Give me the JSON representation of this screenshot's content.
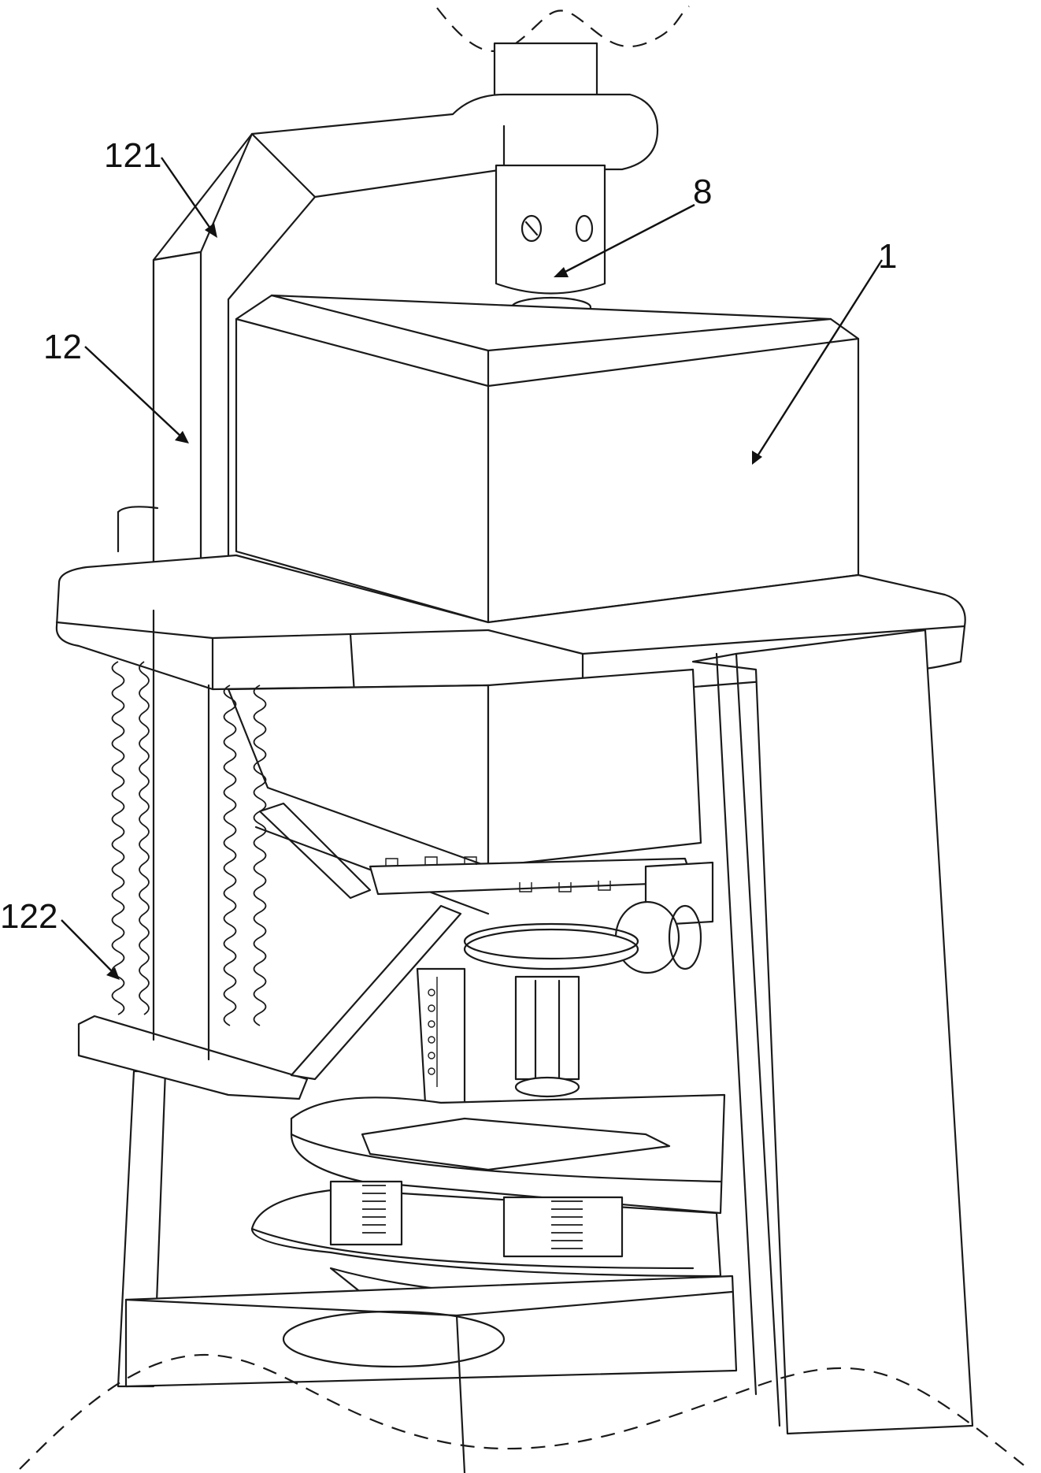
{
  "callouts": [
    {
      "id": "121",
      "text": "121"
    },
    {
      "id": "8",
      "text": "8"
    },
    {
      "id": "1",
      "text": "1"
    },
    {
      "id": "12",
      "text": "12"
    },
    {
      "id": "122",
      "text": "122"
    }
  ],
  "colors": {
    "line": "#1a1a1a",
    "background": "#ffffff"
  }
}
